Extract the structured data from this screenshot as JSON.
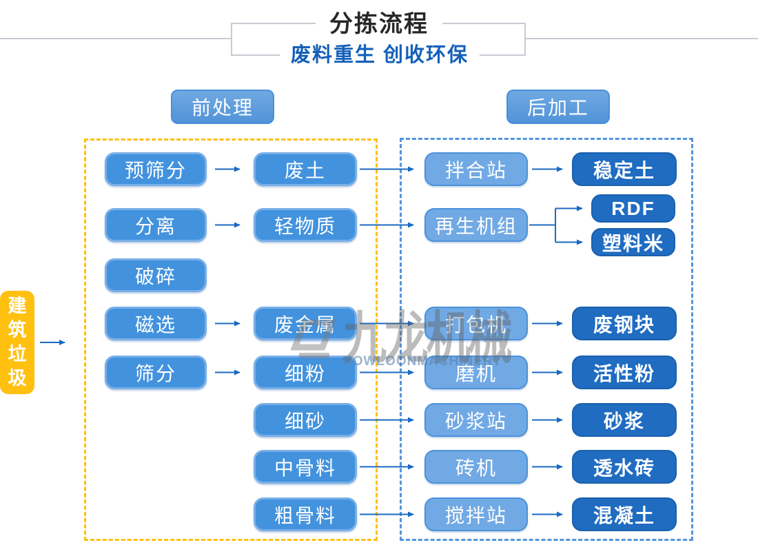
{
  "header": {
    "title": "分拣流程",
    "subtitle": "废料重生 创收环保"
  },
  "sections": {
    "pre_label": "前处理",
    "post_label": "后加工"
  },
  "source": {
    "label": "建筑垃圾"
  },
  "watermark": {
    "cn": "九龙机械",
    "en": "KOWLOONMACHINERY"
  },
  "colors": {
    "accent_yellow": "#ffc010",
    "node_blue": "#4292de",
    "node_light_blue": "#71a9e4",
    "node_dark_blue": "#1f6cc1",
    "dashed_blue": "#5295db",
    "arrow_blue": "#1a6ac4",
    "subtitle_blue": "#1460b8",
    "header_line_gray": "#c9cad3"
  },
  "nodes": [
    {
      "col": "A",
      "row": "r1",
      "label": "预筛分"
    },
    {
      "col": "A",
      "row": "r2",
      "label": "分离"
    },
    {
      "col": "A",
      "row": "r3",
      "label": "破碎"
    },
    {
      "col": "A",
      "row": "r4",
      "label": "磁选"
    },
    {
      "col": "A",
      "row": "r5",
      "label": "筛分"
    },
    {
      "col": "B",
      "row": "r1",
      "label": "废土"
    },
    {
      "col": "B",
      "row": "r2",
      "label": "轻物质"
    },
    {
      "col": "B",
      "row": "r4",
      "label": "废金属"
    },
    {
      "col": "B",
      "row": "r5",
      "label": "细粉"
    },
    {
      "col": "B",
      "row": "r6",
      "label": "细砂"
    },
    {
      "col": "B",
      "row": "r7",
      "label": "中骨料"
    },
    {
      "col": "B",
      "row": "r8",
      "label": "粗骨料"
    },
    {
      "col": "C",
      "row": "r1",
      "label": "拌合站"
    },
    {
      "col": "C",
      "row": "r2",
      "label": "再生机组"
    },
    {
      "col": "C",
      "row": "r4",
      "label": "打包机"
    },
    {
      "col": "C",
      "row": "r5",
      "label": "磨机"
    },
    {
      "col": "C",
      "row": "r6",
      "label": "砂浆站"
    },
    {
      "col": "C",
      "row": "r7",
      "label": "砖机"
    },
    {
      "col": "C",
      "row": "r8",
      "label": "搅拌站"
    },
    {
      "col": "D",
      "row": "r1",
      "label": "稳定土"
    },
    {
      "col": "D2",
      "row": "rdf",
      "label": "RDF"
    },
    {
      "col": "D2",
      "row": "sum",
      "label": "塑料米"
    },
    {
      "col": "D",
      "row": "r4",
      "label": "废钢块"
    },
    {
      "col": "D",
      "row": "r5",
      "label": "活性粉"
    },
    {
      "col": "D",
      "row": "r6",
      "label": "砂浆"
    },
    {
      "col": "D",
      "row": "r7",
      "label": "透水砖"
    },
    {
      "col": "D",
      "row": "r8",
      "label": "混凝土"
    }
  ],
  "edges": [
    {
      "gap": "source",
      "row": "mid"
    },
    {
      "gap": "AB",
      "row": "r1"
    },
    {
      "gap": "AB",
      "row": "r2"
    },
    {
      "gap": "AB",
      "row": "r4"
    },
    {
      "gap": "AB",
      "row": "r5"
    },
    {
      "gap": "BC",
      "row": "r1"
    },
    {
      "gap": "BC",
      "row": "r2"
    },
    {
      "gap": "BC",
      "row": "r4"
    },
    {
      "gap": "BC",
      "row": "r5"
    },
    {
      "gap": "BC",
      "row": "r6"
    },
    {
      "gap": "BC",
      "row": "r7"
    },
    {
      "gap": "BC",
      "row": "r8"
    },
    {
      "gap": "CD",
      "row": "r1"
    },
    {
      "gap": "CD",
      "row": "r4"
    },
    {
      "gap": "CD",
      "row": "r5"
    },
    {
      "gap": "CD",
      "row": "r6"
    },
    {
      "gap": "CD",
      "row": "r7"
    },
    {
      "gap": "CD",
      "row": "r8"
    },
    {
      "gap": "branch",
      "row": "r2"
    }
  ]
}
